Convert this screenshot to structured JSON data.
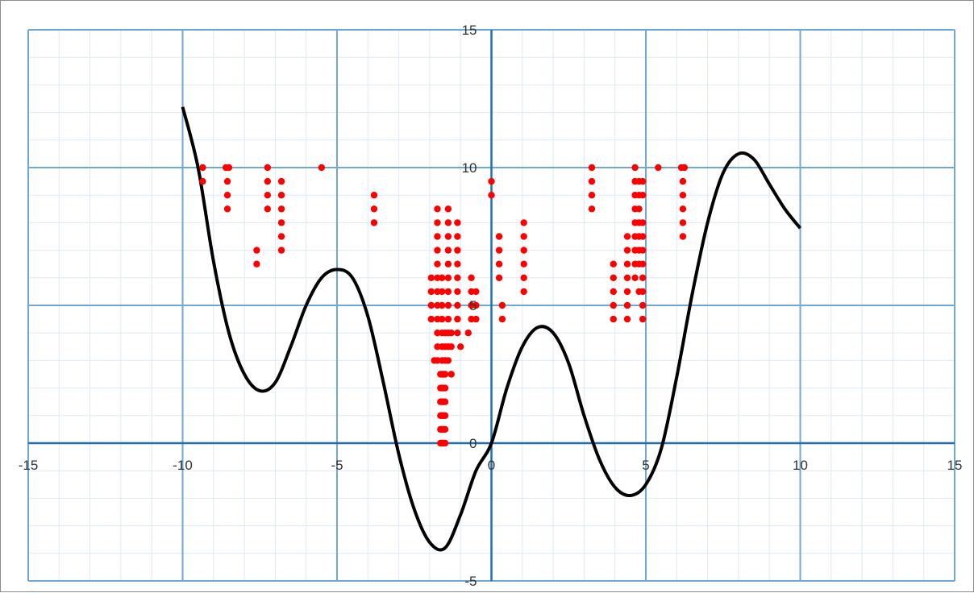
{
  "chart_data": {
    "type": "scatter",
    "xlim": [
      -15,
      15
    ],
    "ylim": [
      -5,
      15
    ],
    "x_major_step": 5,
    "y_major_step": 5,
    "x_minor_step": 1,
    "y_minor_step": 1,
    "grid": true,
    "x_tick_labels": [
      "-15",
      "-10",
      "-5",
      "0",
      "5",
      "10",
      "15"
    ],
    "y_tick_labels": [
      "-5",
      "0",
      "5",
      "10",
      "15"
    ],
    "colors": {
      "major_grid": "#6fa8d6",
      "minor_grid": "#dce9f4",
      "axis": "#1f6fb3",
      "curve": "#000000",
      "points": "#ff0000"
    },
    "curve": {
      "x": [
        -10,
        -9.5,
        -9,
        -8.5,
        -8,
        -7.5,
        -7,
        -6.5,
        -6,
        -5.5,
        -5,
        -4.5,
        -4,
        -3.5,
        -3,
        -2.5,
        -2,
        -1.5,
        -1,
        -0.5,
        0,
        0.5,
        1,
        1.5,
        2,
        2.5,
        3,
        3.5,
        4,
        4.5,
        5,
        5.5,
        6,
        6.5,
        7,
        7.5,
        8,
        8.5,
        9,
        9.5,
        10
      ],
      "y": [
        12.2,
        10.0,
        6.6,
        4.0,
        2.5,
        1.9,
        2.2,
        3.5,
        5.0,
        6.0,
        6.3,
        6.0,
        4.6,
        2.2,
        -0.4,
        -2.4,
        -3.6,
        -3.8,
        -2.6,
        -1.0,
        0.0,
        2.0,
        3.5,
        4.2,
        4.0,
        2.9,
        1.0,
        -0.6,
        -1.6,
        -1.9,
        -1.5,
        -0.2,
        2.4,
        5.4,
        8.0,
        9.8,
        10.5,
        10.3,
        9.4,
        8.5,
        7.8
      ]
    },
    "points": [
      [
        -9.35,
        10
      ],
      [
        -9.35,
        9.5
      ],
      [
        -8.6,
        10
      ],
      [
        -8.5,
        10
      ],
      [
        -8.55,
        9.5
      ],
      [
        -8.55,
        9
      ],
      [
        -8.55,
        8.5
      ],
      [
        -7.25,
        10
      ],
      [
        -7.25,
        9.5
      ],
      [
        -7.25,
        9
      ],
      [
        -7.25,
        8.5
      ],
      [
        -6.8,
        9.5
      ],
      [
        -6.8,
        9
      ],
      [
        -6.8,
        8.5
      ],
      [
        -6.8,
        8
      ],
      [
        -6.8,
        7.5
      ],
      [
        -6.8,
        7
      ],
      [
        -7.6,
        7
      ],
      [
        -7.6,
        6.5
      ],
      [
        -5.5,
        10
      ],
      [
        -3.8,
        9
      ],
      [
        -3.8,
        8.5
      ],
      [
        -3.8,
        8
      ],
      [
        -1.75,
        8.5
      ],
      [
        -1.75,
        8
      ],
      [
        -1.75,
        7.5
      ],
      [
        -1.75,
        7
      ],
      [
        -1.75,
        6.5
      ],
      [
        -1.75,
        6
      ],
      [
        -1.75,
        5.5
      ],
      [
        -1.75,
        5
      ],
      [
        -1.75,
        4.5
      ],
      [
        -1.75,
        4
      ],
      [
        -1.75,
        3.5
      ],
      [
        -1.75,
        3
      ],
      [
        -1.4,
        8.5
      ],
      [
        -1.4,
        8
      ],
      [
        -1.4,
        7.5
      ],
      [
        -1.4,
        7
      ],
      [
        -1.4,
        6.5
      ],
      [
        -1.4,
        6
      ],
      [
        -1.4,
        5.5
      ],
      [
        -1.4,
        5
      ],
      [
        -1.4,
        4.5
      ],
      [
        -1.4,
        4
      ],
      [
        -1.4,
        3.5
      ],
      [
        -1.4,
        3
      ],
      [
        -1.1,
        8
      ],
      [
        -1.1,
        7.5
      ],
      [
        -1.1,
        7
      ],
      [
        -1.1,
        6.5
      ],
      [
        -1.1,
        6
      ],
      [
        -1.1,
        5.5
      ],
      [
        -1.1,
        5
      ],
      [
        -1.1,
        4.5
      ],
      [
        -1.1,
        4
      ],
      [
        -1.0,
        3.5
      ],
      [
        -1.95,
        6
      ],
      [
        -1.95,
        5.5
      ],
      [
        -1.95,
        5
      ],
      [
        -1.95,
        4.5
      ],
      [
        -1.85,
        3
      ],
      [
        -1.6,
        6
      ],
      [
        -1.6,
        5.5
      ],
      [
        -1.6,
        5
      ],
      [
        -1.6,
        4.5
      ],
      [
        -1.6,
        4
      ],
      [
        -1.6,
        3.5
      ],
      [
        -1.6,
        3
      ],
      [
        -1.6,
        2.5
      ],
      [
        -1.6,
        2
      ],
      [
        -1.6,
        1.5
      ],
      [
        -1.6,
        1
      ],
      [
        -1.6,
        0.5
      ],
      [
        -1.6,
        0
      ],
      [
        -1.5,
        4
      ],
      [
        -1.5,
        3.5
      ],
      [
        -1.5,
        3
      ],
      [
        -1.5,
        2.5
      ],
      [
        -1.5,
        2
      ],
      [
        -1.5,
        1.5
      ],
      [
        -1.5,
        1
      ],
      [
        -1.5,
        0.5
      ],
      [
        -1.5,
        0
      ],
      [
        -1.55,
        2.5
      ],
      [
        -1.55,
        2
      ],
      [
        -1.55,
        1.5
      ],
      [
        -1.55,
        1
      ],
      [
        -1.55,
        0.5
      ],
      [
        -1.55,
        0
      ],
      [
        -1.65,
        2.5
      ],
      [
        -1.65,
        2
      ],
      [
        -1.65,
        1.5
      ],
      [
        -1.65,
        1
      ],
      [
        -1.65,
        0.5
      ],
      [
        -1.65,
        0
      ],
      [
        -1.3,
        4
      ],
      [
        -1.3,
        3.5
      ],
      [
        -1.3,
        2.5
      ],
      [
        -0.65,
        6
      ],
      [
        -0.65,
        5.5
      ],
      [
        -0.65,
        5
      ],
      [
        -0.65,
        4.5
      ],
      [
        -0.75,
        4
      ],
      [
        -0.5,
        5.5
      ],
      [
        -0.5,
        5
      ],
      [
        -0.5,
        4.5
      ],
      [
        0.0,
        9.5
      ],
      [
        0.0,
        9
      ],
      [
        0.25,
        7.5
      ],
      [
        0.25,
        7
      ],
      [
        0.25,
        6.5
      ],
      [
        0.25,
        6
      ],
      [
        0.35,
        5
      ],
      [
        0.35,
        4.5
      ],
      [
        1.05,
        8
      ],
      [
        1.05,
        7.5
      ],
      [
        1.05,
        7
      ],
      [
        1.05,
        6.5
      ],
      [
        1.05,
        6
      ],
      [
        1.05,
        5.5
      ],
      [
        3.25,
        10
      ],
      [
        3.25,
        9.5
      ],
      [
        3.25,
        9
      ],
      [
        3.25,
        8.5
      ],
      [
        3.95,
        6.5
      ],
      [
        3.95,
        6
      ],
      [
        3.95,
        5.5
      ],
      [
        3.95,
        5
      ],
      [
        3.95,
        4.5
      ],
      [
        4.4,
        7.5
      ],
      [
        4.4,
        7
      ],
      [
        4.4,
        6.5
      ],
      [
        4.4,
        6
      ],
      [
        4.4,
        5.5
      ],
      [
        4.4,
        5
      ],
      [
        4.4,
        4.5
      ],
      [
        4.65,
        10
      ],
      [
        4.65,
        9.5
      ],
      [
        4.65,
        9
      ],
      [
        4.65,
        8.5
      ],
      [
        4.65,
        8
      ],
      [
        4.65,
        7.5
      ],
      [
        4.65,
        7
      ],
      [
        4.65,
        6.5
      ],
      [
        4.65,
        6
      ],
      [
        4.78,
        9.5
      ],
      [
        4.78,
        9
      ],
      [
        4.78,
        8.5
      ],
      [
        4.78,
        8
      ],
      [
        4.78,
        7.5
      ],
      [
        4.78,
        7
      ],
      [
        4.78,
        6.5
      ],
      [
        4.78,
        5.5
      ],
      [
        4.9,
        9.5
      ],
      [
        4.9,
        9
      ],
      [
        4.9,
        8
      ],
      [
        4.9,
        7.5
      ],
      [
        4.9,
        7
      ],
      [
        4.9,
        6.5
      ],
      [
        4.9,
        6
      ],
      [
        4.9,
        5.5
      ],
      [
        4.9,
        5
      ],
      [
        4.9,
        4.5
      ],
      [
        5.4,
        10
      ],
      [
        6.15,
        10
      ],
      [
        6.2,
        9.5
      ],
      [
        6.2,
        9
      ],
      [
        6.2,
        8.5
      ],
      [
        6.2,
        8
      ],
      [
        6.2,
        7.5
      ],
      [
        6.25,
        10
      ]
    ]
  }
}
